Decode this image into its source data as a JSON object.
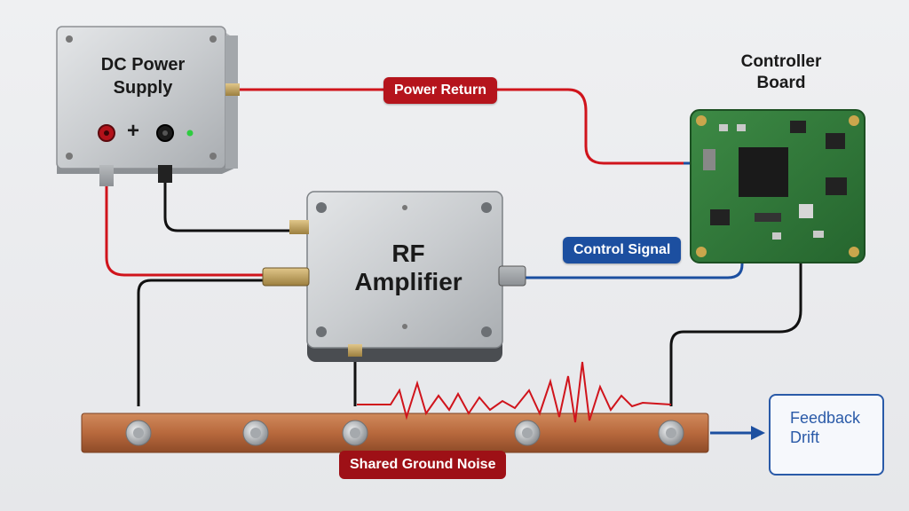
{
  "labels": {
    "power_supply": [
      "DC Power",
      "Supply"
    ],
    "power_symbol_plus": "+",
    "amplifier": [
      "RF",
      "Amplifier"
    ],
    "controller": [
      "Controller",
      "Board"
    ],
    "power_return": "Power Return",
    "control_signal": "Control Signal",
    "ground_noise": "Shared Ground Noise",
    "feedback_drift": [
      "Feedback",
      "Drift"
    ]
  },
  "colors": {
    "power_wire": "#d0141c",
    "ground_wire": "#111111",
    "signal_wire": "#1c4fa0",
    "noise_trace": "#d0141c",
    "copper_bus": "#b8693d",
    "pcb_green": "#2f7a3a"
  },
  "icons": [
    "power-supply-icon",
    "rf-amplifier-icon",
    "controller-board-icon",
    "ground-bus-bar-icon",
    "noise-waveform-icon",
    "drift-waveform-icon",
    "arrow-right-icon"
  ]
}
